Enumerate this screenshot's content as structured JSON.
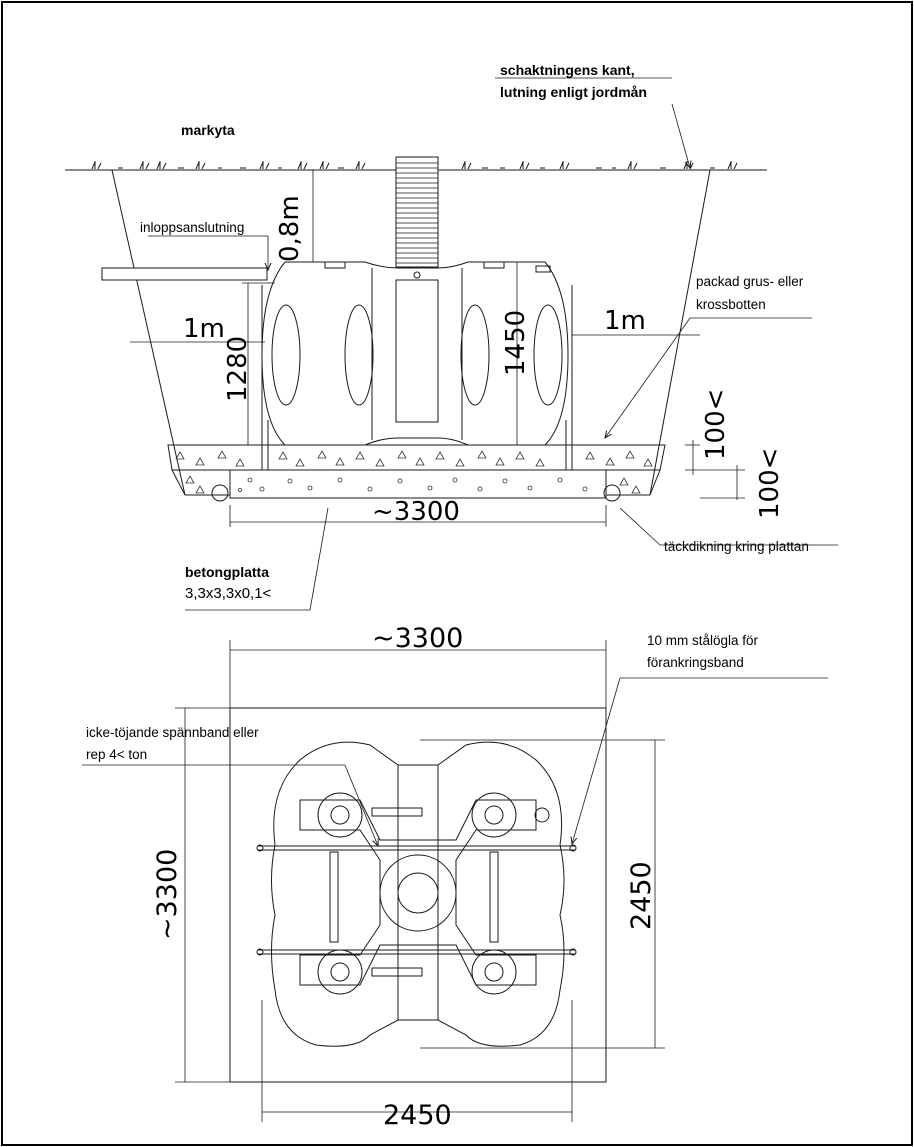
{
  "labels": {
    "markyta": "markyta",
    "schakt_line1": "schaktningens kant,",
    "schakt_line2": "lutning enligt jordmån",
    "inlopp": "inloppsanslutning",
    "packad_line1": "packad grus- eller",
    "packad_line2": "krossbotten",
    "tackdikning": "täckdikning kring plattan",
    "betong_title": "betongplatta",
    "betong_dims": "3,3x3,3x0,1<",
    "staloegla_line1": "10 mm stålögla för",
    "staloegla_line2": "förankringsband",
    "spannband_line1": "icke-töjande spännband eller",
    "spannband_line2": "rep 4< ton"
  },
  "dimensions": {
    "depth_top": "0,8m",
    "side_left": "1m",
    "side_right": "1m",
    "height_tank": "1280",
    "height_total": "1450",
    "gravel_layer": "100<",
    "slab_layer": "100<",
    "slab_width_section": "~3300",
    "plan_width": "~3300",
    "plan_height": "~3300",
    "anchor_span_vertical": "2450",
    "anchor_span_horizontal": "2450"
  },
  "colors": {
    "line": "#1a1a1a",
    "hatch": "#333333",
    "background": "#ffffff"
  }
}
